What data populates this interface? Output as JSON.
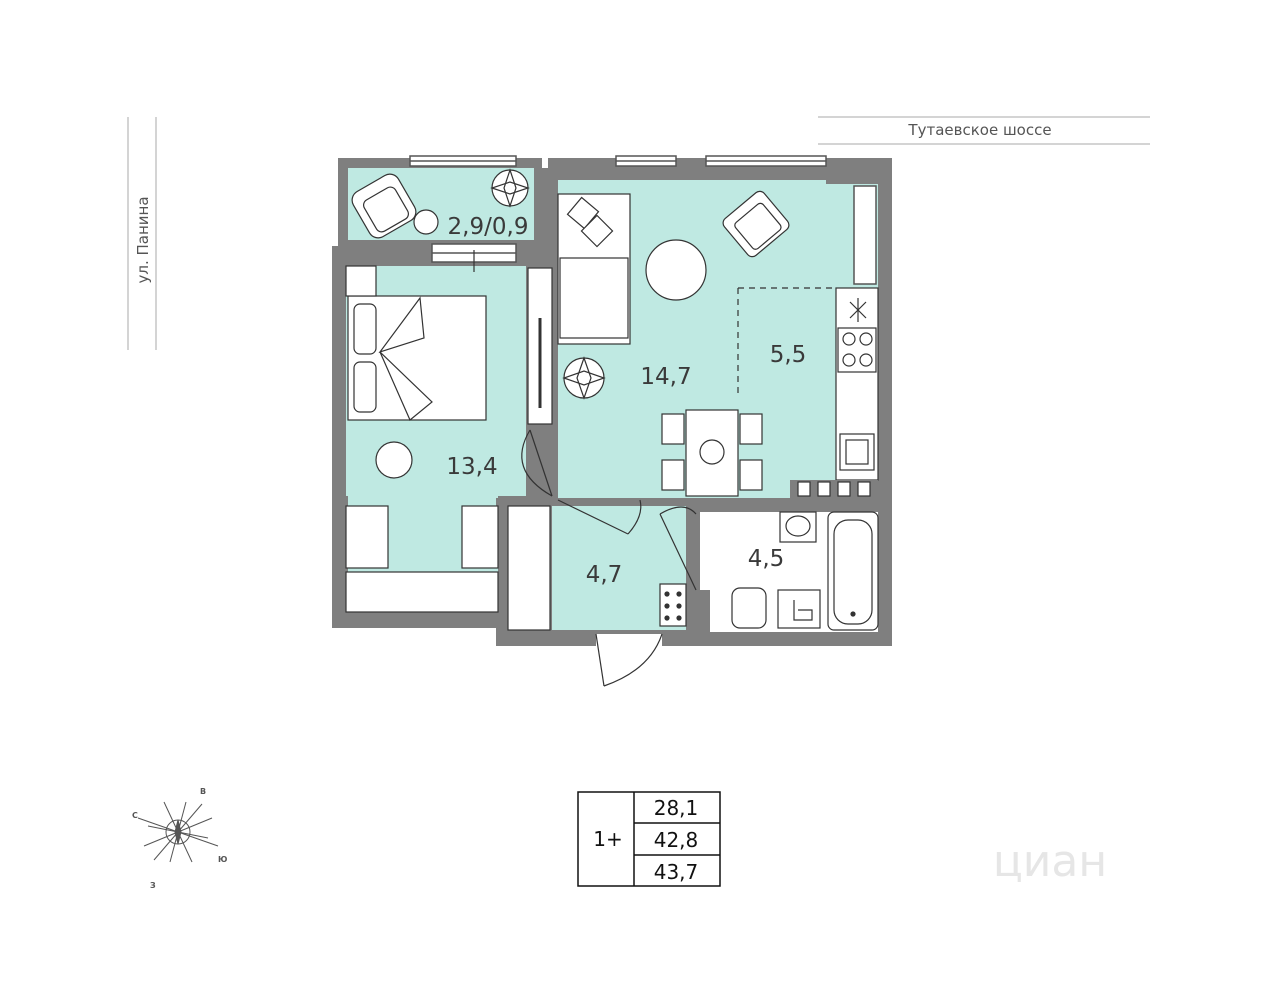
{
  "streets": {
    "north": "Тутаевское шоссе",
    "west": "ул. Панина"
  },
  "rooms": {
    "balcony": "2,9/0,9",
    "bedroom": "13,4",
    "living": "14,7",
    "kitchen": "5,5",
    "hall": "4,7",
    "bathroom": "4,5"
  },
  "compass": {
    "labels": [
      "С",
      "В",
      "Ю",
      "З"
    ]
  },
  "summary": {
    "type": "1+",
    "values": [
      "28,1",
      "42,8",
      "43,7"
    ]
  },
  "watermark": "циан",
  "colors": {
    "wall": "#7f7f7f",
    "floor": "#bfe9e2",
    "line": "#333333"
  }
}
